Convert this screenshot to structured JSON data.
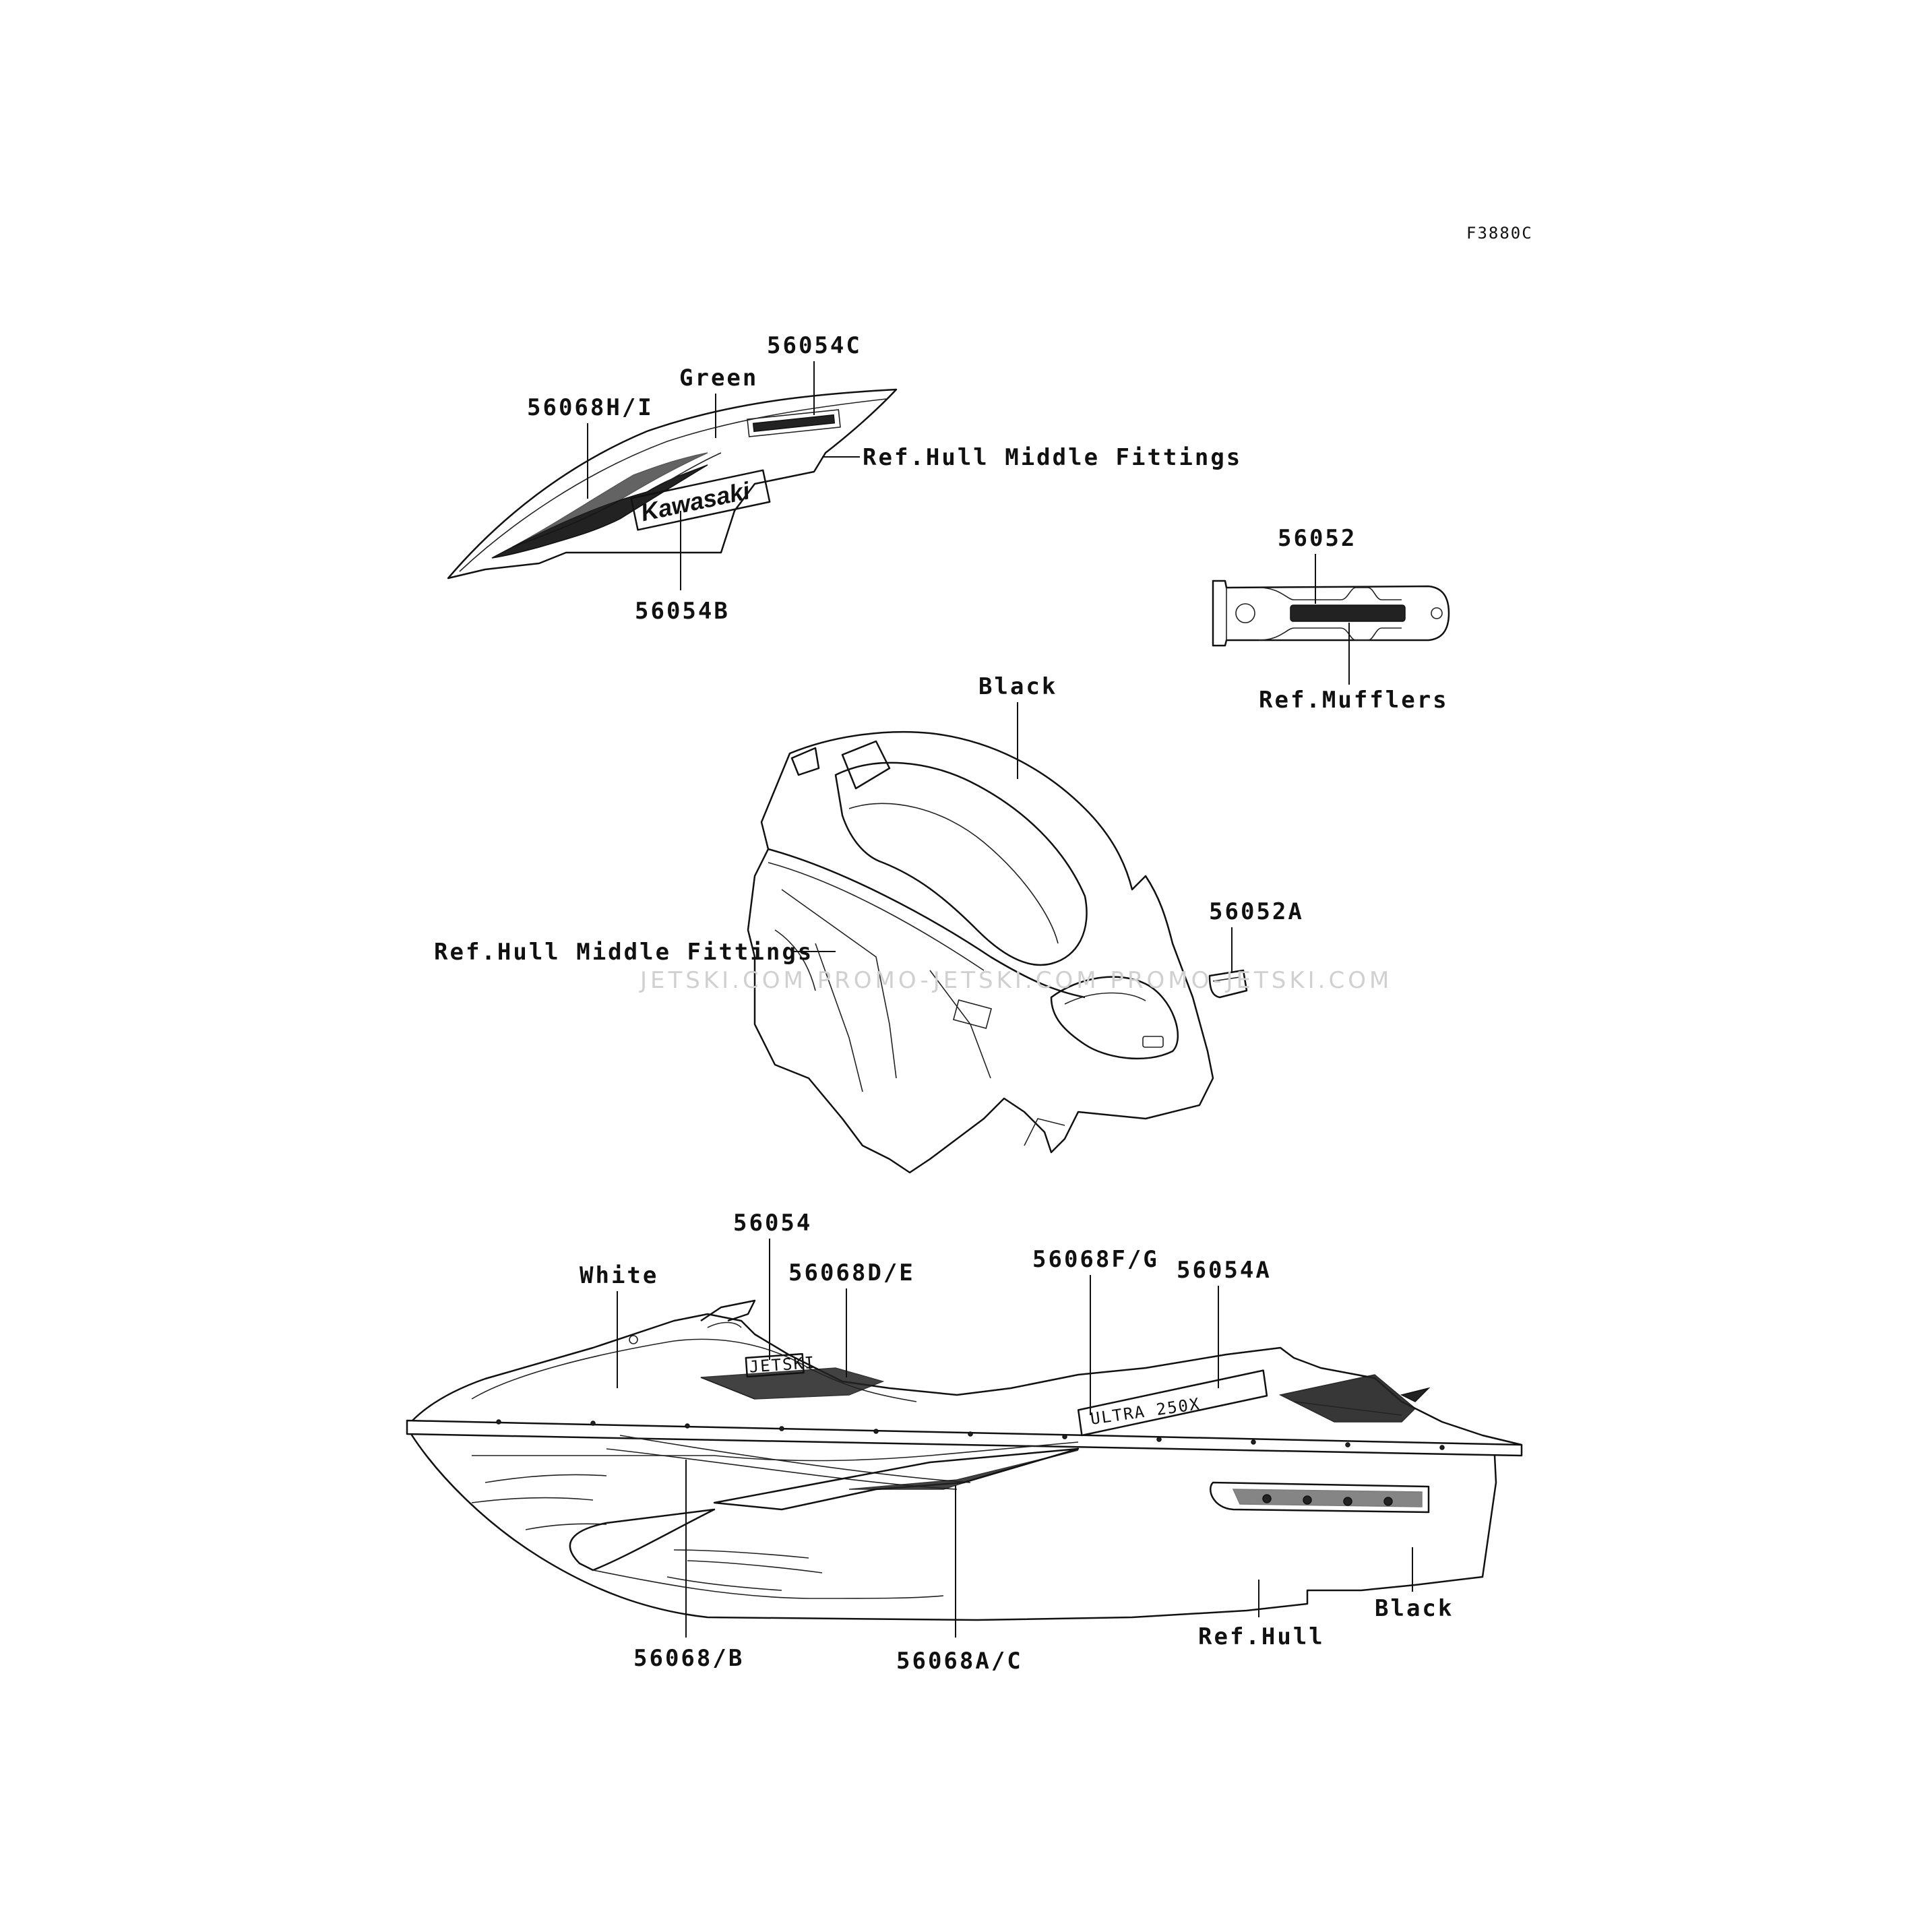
{
  "diagram": {
    "code": "F3880C",
    "watermark": "JETSKI.COM  PROMO-JETSKI.COM  PROMO-JETSKI.COM"
  },
  "labels": {
    "p56054C": "56054C",
    "green": "Green",
    "p56068HI": "56068H/I",
    "ref_hull_middle_top": "Ref.Hull Middle Fittings",
    "p56054B": "56054B",
    "logo_kawasaki": "Kawasaki",
    "p56052": "56052",
    "ref_mufflers": "Ref.Mufflers",
    "black_middle": "Black",
    "p56052A": "56052A",
    "ref_hull_middle_left": "Ref.Hull Middle Fittings",
    "p56054": "56054",
    "white": "White",
    "p56068DE": "56068D/E",
    "p56068FG": "56068F/G",
    "p56054A": "56054A",
    "logo_jetski": "JETSKI",
    "logo_ultra": "ULTRA 250X",
    "black_hull": "Black",
    "ref_hull": "Ref.Hull",
    "p56068B": "56068/B",
    "p56068AC": "56068A/C"
  }
}
